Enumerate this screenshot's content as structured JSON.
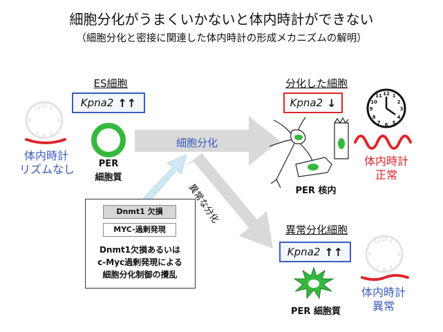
{
  "title": "細胞分化がうまくいかないと体内時計ができない",
  "subtitle": "（細胞分化と密接に関連した体内時計の形成メカニズムの解明）",
  "es_cell": {
    "heading": "ES細胞",
    "gene_label": "Kpna2",
    "gene_arrows": "↑↑",
    "per_line1": "PER",
    "per_line2": "細胞質",
    "clock_line1": "体内時計",
    "clock_line2": "リズムなし"
  },
  "differentiated": {
    "heading": "分化した細胞",
    "gene_label": "Kpna2",
    "gene_arrows": "↓",
    "per_label": "PER 核内",
    "clock_line1": "体内時計",
    "clock_line2": "正常"
  },
  "abnormal": {
    "heading": "異常分化細胞",
    "gene_label": "Kpna2",
    "gene_arrows": "↑↑",
    "per_label": "PER 細胞質",
    "clock_line1": "体内時計",
    "clock_line2": "異常"
  },
  "arrows": {
    "differentiation": "細胞分化",
    "abnormal_differentiation": "異常な分化"
  },
  "perturbation": {
    "tag1": "Dnmt1 欠損",
    "tag2": "MYC-過剰発現",
    "desc_line1": "Dnmt1欠損あるいは",
    "desc_line2": "c-Myc過剰発現による",
    "desc_line3": "細胞分化制御の攪乱"
  },
  "colors": {
    "blue": "#3a5bbf",
    "red": "#e0242a",
    "green": "#35b83e",
    "arrow_gray": "#d9d9d9",
    "arrow_light_blue": "#cfe8f3"
  },
  "icons": [
    "clock-faded-icon",
    "clock-normal-icon",
    "wave-rhythm-icon",
    "flat-line-icon"
  ]
}
